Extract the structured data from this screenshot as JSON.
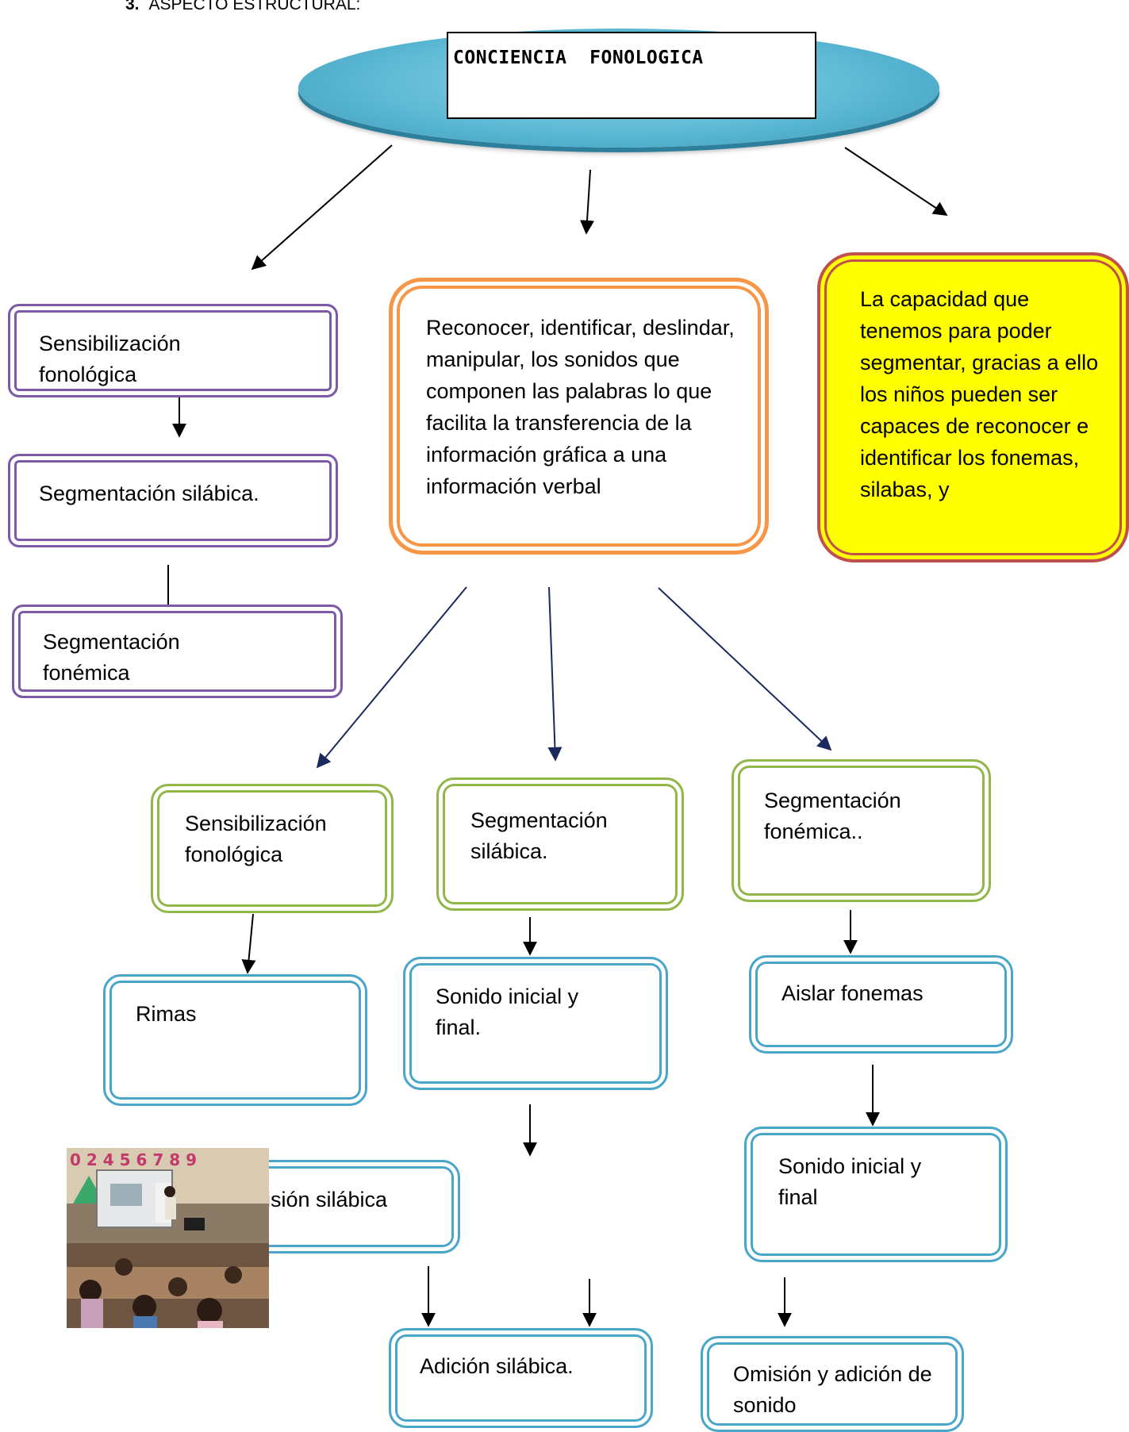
{
  "heading": {
    "number": "3.",
    "text": "ASPECTO ESTRUCTURAL:"
  },
  "title": "CONCIENCIA  FONOLOGICA",
  "left_column": [
    "Sensibilización fonológica",
    "Segmentación silábica.",
    "Segmentación fonémica"
  ],
  "center_definition": "Reconocer, identificar, deslindar, manipular, los sonidos que componen las palabras lo que facilita la transferencia de la información gráfica a una información verbal",
  "right_definition": "La capacidad que tenemos para poder segmentar, gracias a ello los niños pueden ser capaces de reconocer e identificar los fonemas, silabas, y",
  "level2": [
    "Sensibilización fonológica",
    "Segmentación silábica.",
    "Segmentación fonémica.."
  ],
  "branch1": [
    "Rimas"
  ],
  "branch2": [
    "Sonido inicial y final.",
    "isión silábica",
    "Adición silábica."
  ],
  "branch3": [
    "Aislar fonemas",
    "Sonido inicial y final",
    "Omisión y adición de sonido"
  ],
  "photo": {
    "wall_digits": "0 2 4 5 6 7 8 9"
  }
}
